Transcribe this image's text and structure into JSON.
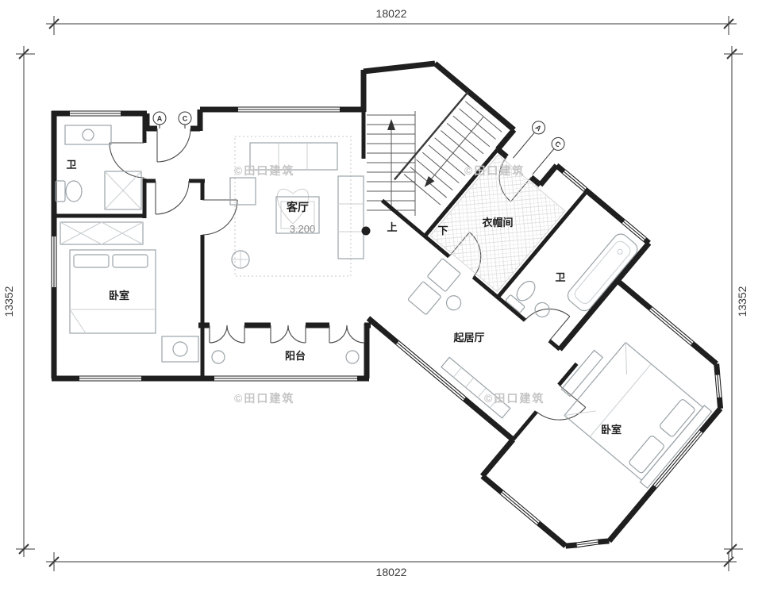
{
  "drawing": {
    "dim_top": "18022",
    "dim_bottom": "18022",
    "dim_left": "13352",
    "dim_right": "13352",
    "watermark": "©田口建筑",
    "rooms": {
      "bath_left": "卫",
      "living": "客厅",
      "living_level": "3.200",
      "bedroom_left": "卧室",
      "balcony": "阳台",
      "cloakroom": "衣帽间",
      "bath_right": "卫",
      "sitting_room": "起居厅",
      "bedroom_right": "卧室"
    },
    "stairs": {
      "up": "上",
      "down": "下"
    },
    "marks": {
      "a": "A",
      "c": "C"
    },
    "colors": {
      "wall": "#1f1f1f",
      "furniture": "#9aa3a8",
      "dimension": "#3a3a3a",
      "watermark": "#c5c5c5",
      "level_text": "#8a8a8a"
    }
  }
}
